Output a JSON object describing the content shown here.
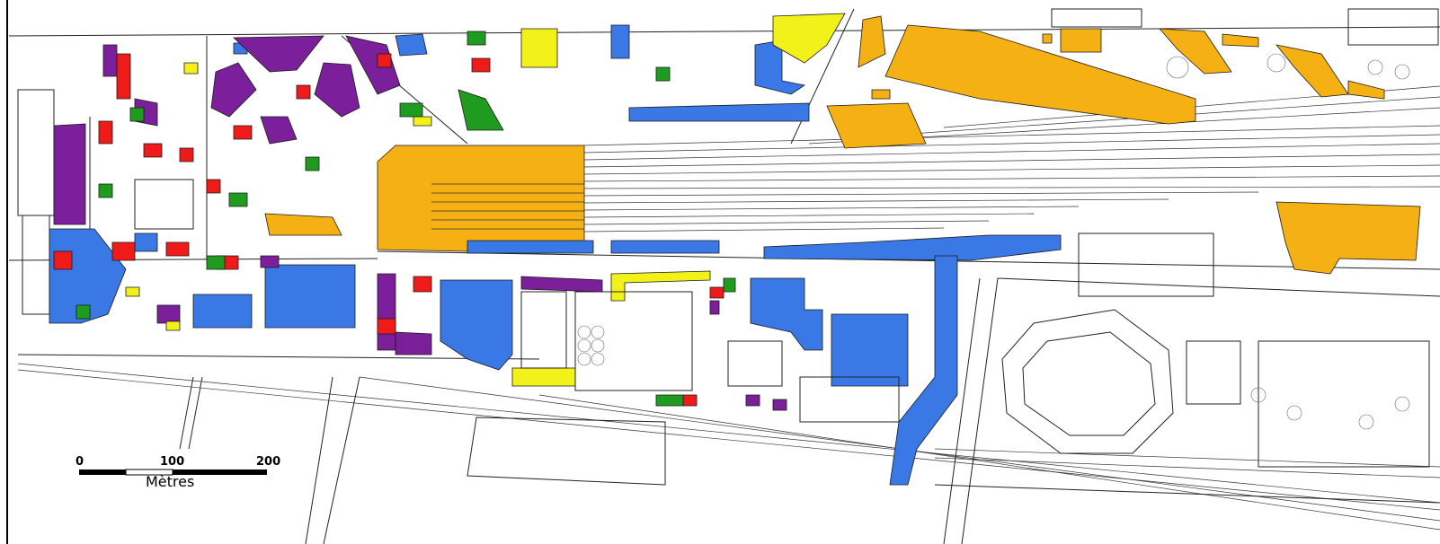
{
  "map": {
    "title_fragment": "",
    "scale_bar": {
      "ticks": [
        "0",
        "100",
        "200"
      ],
      "unit": "Mètres"
    },
    "colors": {
      "orange": "#f5b014",
      "blue": "#3a78e6",
      "purple": "#7b1f9a",
      "red": "#ef1b1b",
      "green": "#1f9c1f",
      "yellow": "#f2f21a",
      "line": "#1a1a1a",
      "background": "#ffffff"
    }
  }
}
